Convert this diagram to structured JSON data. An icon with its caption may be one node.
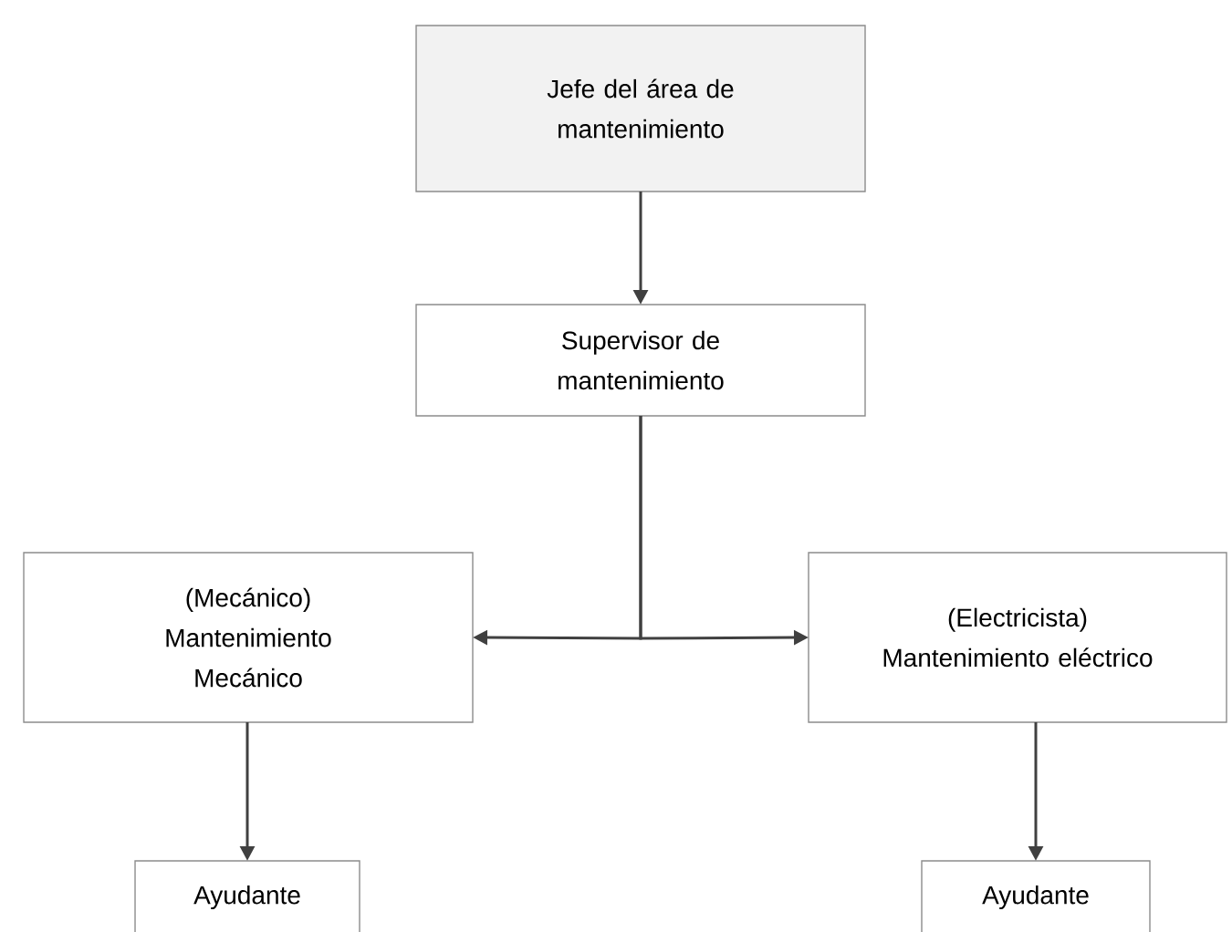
{
  "diagram": {
    "nodes": [
      {
        "text": [
          "Jefe del área de mantenimiento"
        ]
      },
      {
        "text": [
          "Supervisor de mantenimiento"
        ]
      },
      {
        "text": [
          "(Mecánico)",
          "Mantenimiento Mecánico"
        ]
      },
      {
        "text": [
          "(Electricista)",
          "Mantenimiento eléctrico"
        ]
      },
      {
        "text": [
          "Ayudante"
        ]
      },
      {
        "text": [
          "Ayudante"
        ]
      }
    ],
    "edges": [
      {
        "from": 0,
        "to": 1,
        "arrow": "to"
      },
      {
        "from": 1,
        "to": 2,
        "arrow": "to"
      },
      {
        "from": 1,
        "to": 3,
        "arrow": "to"
      },
      {
        "from": 2,
        "to": 4,
        "arrow": "to"
      },
      {
        "from": 3,
        "to": 5,
        "arrow": "to"
      }
    ]
  }
}
